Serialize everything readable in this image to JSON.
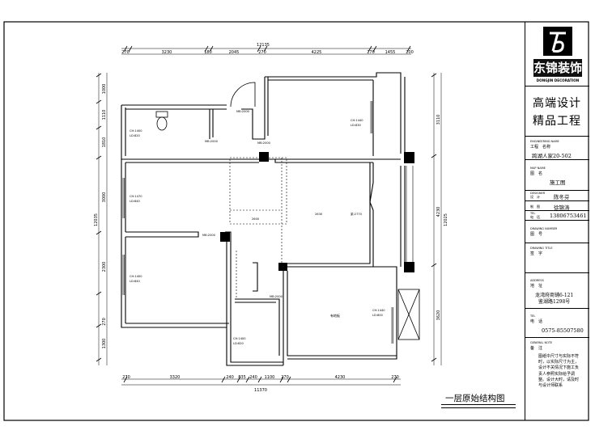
{
  "drawing_title": "一层原始结构图",
  "overall_dims": {
    "top_total": "12135",
    "bottom_total": "11370",
    "left_total": "12035",
    "right_total": "12025"
  },
  "top_dims": [
    "270",
    "3230",
    "180",
    "2045",
    "270",
    "4225",
    "270",
    "1455",
    "200"
  ],
  "bottom_dims": [
    "270",
    "3320",
    "240",
    "835",
    "240",
    "1100",
    "270",
    "4230",
    "270"
  ],
  "left_dims": [
    "1000",
    "1110",
    "1810",
    "3000",
    "2300",
    "270",
    "1300"
  ],
  "right_dims": [
    "3110",
    "4230",
    "3620"
  ],
  "rooms": [
    {
      "key": "r1",
      "lines": [
        "CH:1400",
        "LD:820"
      ]
    },
    {
      "key": "r2",
      "lines": [
        "CH:1440",
        "LD:830"
      ]
    },
    {
      "key": "r3",
      "lines": [
        "CH:1470",
        "LD:840"
      ]
    },
    {
      "key": "r4",
      "lines": [
        "CH:1400",
        "LD:840"
      ]
    },
    {
      "key": "r5",
      "lines": [
        "CH:1440",
        "LD:800"
      ]
    },
    {
      "key": "r6",
      "lines": [
        "CH:1400",
        "LD:820"
      ]
    },
    {
      "key": "mb1",
      "lines": [
        "MB:2000"
      ]
    },
    {
      "key": "mb2",
      "lines": [
        "MB:2000"
      ]
    },
    {
      "key": "mb3",
      "lines": [
        "MB:2000"
      ]
    },
    {
      "key": "mb4",
      "lines": [
        "MB:2000"
      ]
    },
    {
      "key": "mb5",
      "lines": [
        "MB:2000"
      ]
    },
    {
      "key": "liang",
      "lines": [
        "梁:2770"
      ]
    },
    {
      "key": "l1",
      "lines": [
        "2630"
      ]
    },
    {
      "key": "l2",
      "lines": [
        "2600"
      ]
    },
    {
      "key": "floor",
      "lines": [
        "有地板"
      ]
    }
  ],
  "title_block": {
    "logo_caption": "东锦装饰",
    "logo_sub": "DONGJIN DECORATION",
    "slogan_1": "高端设计",
    "slogan_2": "精品工程",
    "project_en": "ENGINEERING NAME",
    "project_label": "工程　名称",
    "project_value": "跨湖人家20-502",
    "figure_en": "MAP NAME",
    "figure_label": "图　名",
    "figure_value": "施工图",
    "designer_en": "DESIGNER",
    "designer_label": "设　计",
    "designer_value": "陈冬芬",
    "drafter_label": "制　图",
    "drafter_value": "徐锦涛",
    "phone_en": "TEL",
    "phone_label": "电　话",
    "phone_value": "13806753461",
    "drawing_no_en": "DRAWING NUMBER",
    "drawing_no_label": "图　号",
    "sign_en": "DRAWING TITLE",
    "sign_label": "签　字",
    "address_en": "ADDRESS",
    "address_label": "地　址",
    "address_line1": "龙湾府商铺6-121",
    "address_line2": "鉴湖路1298号",
    "tel_en": "TEL",
    "tel_label": "电　话",
    "tel_value": "0575-85507580",
    "remark_en": "GENERAL NOTE",
    "remark_label": "备　注",
    "remark_text": "图纸中尺寸与实际不符时，以实际尺寸为主，设计不关情况下施工负责人参照实际给予调整。设计大时，请及时与设计师联系"
  }
}
